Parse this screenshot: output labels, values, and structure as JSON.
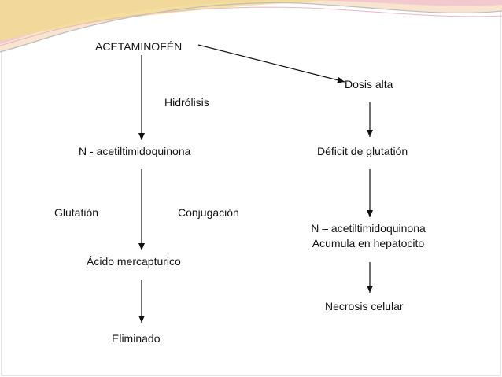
{
  "diagram": {
    "nodes": {
      "acetaminofen": "ACETAMINOFÉN",
      "hidrolisis": "Hidrólisis",
      "n_acetil_left": "N - acetiltimidoquinona",
      "glutation": "Glutatión",
      "conjugacion": "Conjugación",
      "acido": "Ácido mercapturico",
      "eliminado": "Eliminado",
      "dosis_alta": "Dosis alta",
      "deficit": "Déficit de glutatión",
      "n_acetil_right_line1": "N – acetiltimidoquinona",
      "n_acetil_right_line2": "Acumula en hepatocito",
      "necrosis": "Necrosis celular"
    },
    "edges": [
      {
        "from": "acetaminofen",
        "to": "dosis_alta"
      },
      {
        "from": "acetaminofen",
        "to": "n_acetil_left"
      },
      {
        "from": "n_acetil_left",
        "to": "acido"
      },
      {
        "from": "acido",
        "to": "eliminado"
      },
      {
        "from": "dosis_alta",
        "to": "deficit"
      },
      {
        "from": "deficit",
        "to": "n_acetil_right"
      },
      {
        "from": "n_acetil_right",
        "to": "necrosis"
      }
    ]
  },
  "colors": {
    "wave_pink": "#f4c8cf",
    "wave_light": "#f8e4cf",
    "wave_yellow": "#f3dc8e",
    "border_gray": "#bdbdbd",
    "text": "#111111"
  }
}
